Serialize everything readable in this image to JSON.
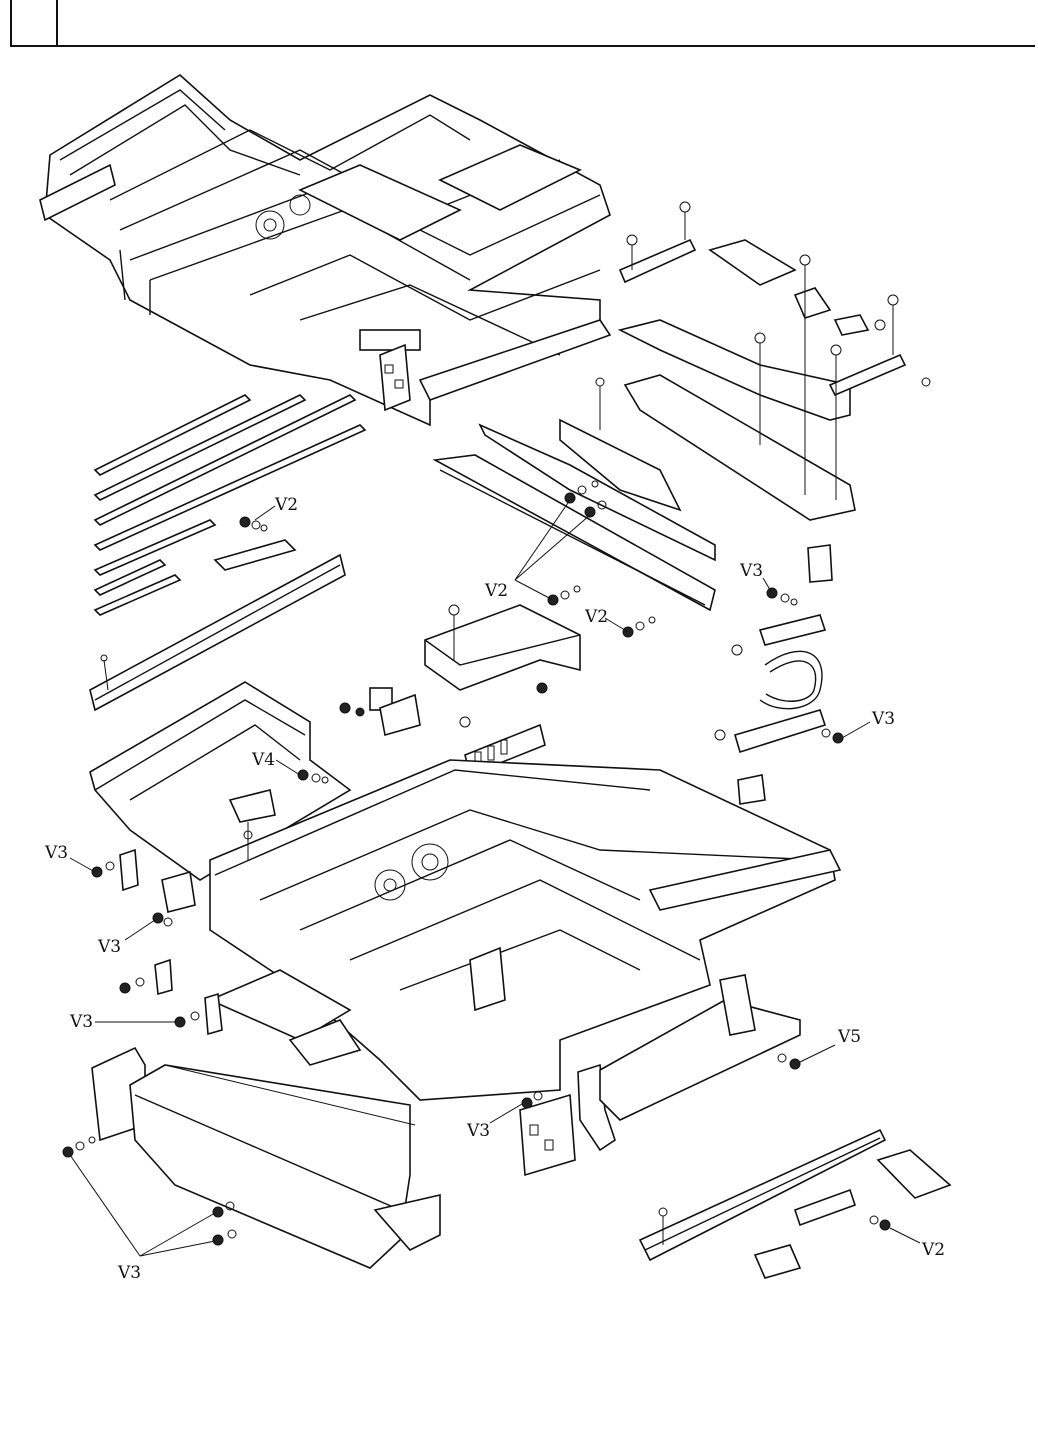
{
  "header": {
    "box_label": ""
  },
  "callouts": {
    "v2_top": "V2",
    "v2_mid": "V2",
    "v2_mid2": "V2",
    "v3_right1": "V3",
    "v3_right2": "V3",
    "v4": "V4",
    "v3_left1": "V3",
    "v3_left2": "V3",
    "v3_left3": "V3",
    "v5": "V5",
    "v3_board": "V3",
    "v3_bottom": "V3",
    "v2_bottom": "V2"
  },
  "colors": {
    "ink": "#111111",
    "paper": "#ffffff"
  }
}
